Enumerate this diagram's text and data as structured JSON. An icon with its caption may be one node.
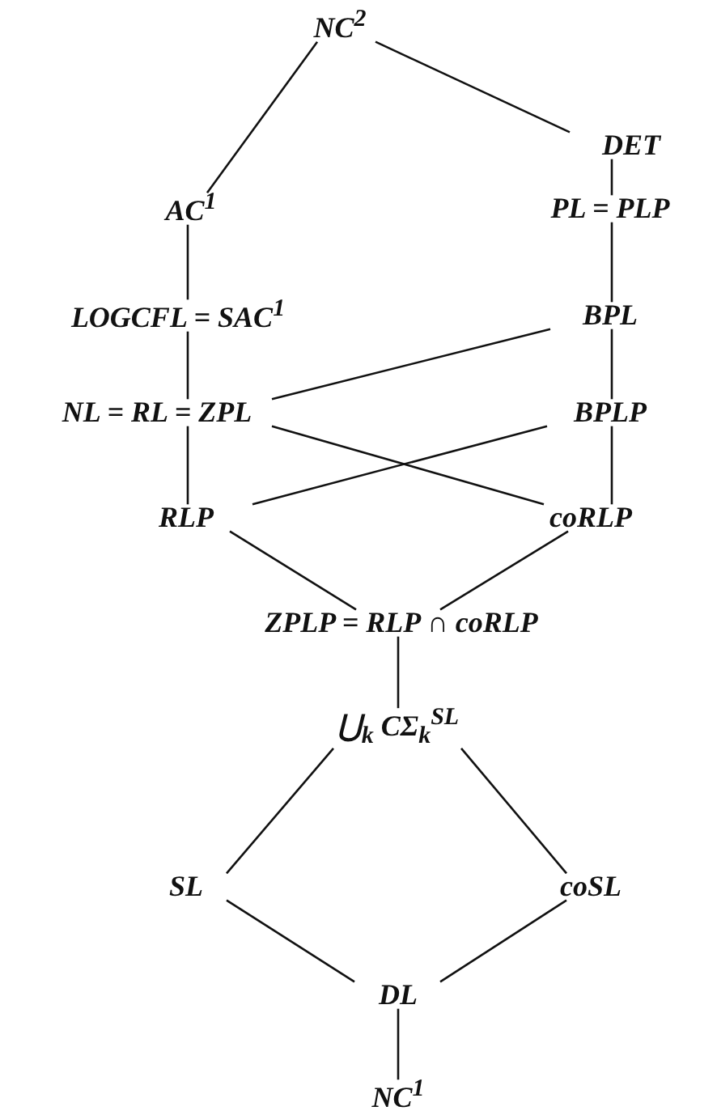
{
  "diagram": {
    "nodes": [
      {
        "text": [
          "NC$^{2}$"
        ]
      },
      {
        "text": [
          "DET"
        ]
      },
      {
        "text": [
          "AC$^{1}$"
        ]
      },
      {
        "text": [
          "PL = PLP"
        ]
      },
      {
        "text": [
          "LOGCFL = SAC$^{1}$"
        ]
      },
      {
        "text": [
          "BPL"
        ]
      },
      {
        "text": [
          "NL = RL = ZPL"
        ]
      },
      {
        "text": [
          "BPLP"
        ]
      },
      {
        "text": [
          "RLP"
        ]
      },
      {
        "text": [
          "coRLP"
        ]
      },
      {
        "text": [
          "ZPLP = RLP ∩ coRLP"
        ]
      },
      {
        "text": [
          "⋃$_{k}$ CΣ$_{k}$$^{SL}$"
        ]
      },
      {
        "text": [
          "SL"
        ]
      },
      {
        "text": [
          "coSL"
        ]
      },
      {
        "text": [
          "DL"
        ]
      },
      {
        "text": [
          "NC$^{1}$"
        ]
      }
    ],
    "edges": [
      {
        "from": 0,
        "to": 1,
        "arrow": "none"
      },
      {
        "from": 0,
        "to": 2,
        "arrow": "none"
      },
      {
        "from": 1,
        "to": 3,
        "arrow": "none"
      },
      {
        "from": 3,
        "to": 5,
        "arrow": "none"
      },
      {
        "from": 2,
        "to": 4,
        "arrow": "none"
      },
      {
        "from": 4,
        "to": 6,
        "arrow": "none"
      },
      {
        "from": 5,
        "to": 6,
        "arrow": "none"
      },
      {
        "from": 5,
        "to": 7,
        "arrow": "none"
      },
      {
        "from": 6,
        "to": 8,
        "arrow": "none"
      },
      {
        "from": 6,
        "to": 9,
        "arrow": "none"
      },
      {
        "from": 7,
        "to": 8,
        "arrow": "none"
      },
      {
        "from": 7,
        "to": 9,
        "arrow": "none"
      },
      {
        "from": 8,
        "to": 10,
        "arrow": "none"
      },
      {
        "from": 9,
        "to": 10,
        "arrow": "none"
      },
      {
        "from": 10,
        "to": 11,
        "arrow": "none"
      },
      {
        "from": 11,
        "to": 12,
        "arrow": "none"
      },
      {
        "from": 11,
        "to": 13,
        "arrow": "none"
      },
      {
        "from": 12,
        "to": 14,
        "arrow": "none"
      },
      {
        "from": 13,
        "to": 14,
        "arrow": "none"
      },
      {
        "from": 14,
        "to": 15,
        "arrow": "none"
      }
    ]
  }
}
